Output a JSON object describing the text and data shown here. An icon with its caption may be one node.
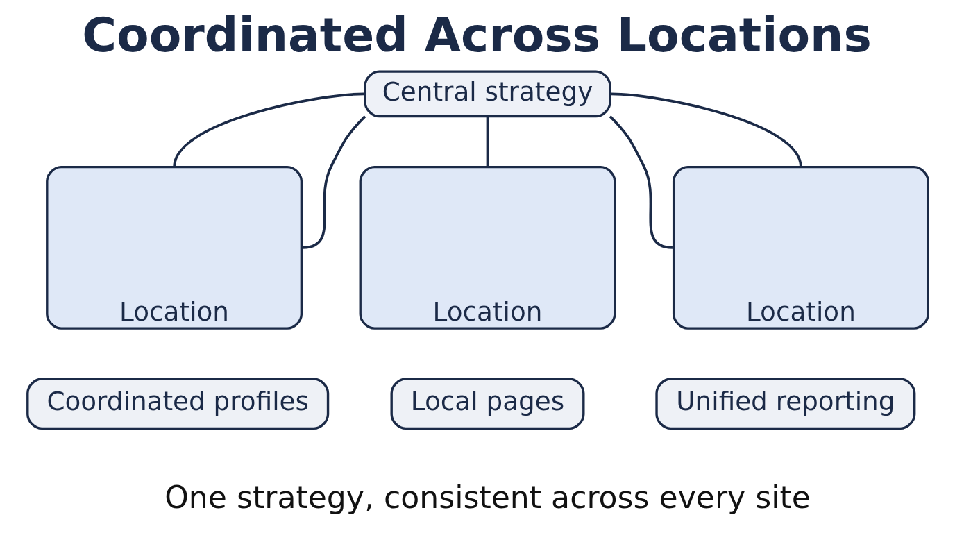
{
  "diagram": {
    "title": "Coordinated Across Locations",
    "caption": "One strategy, consistent across every site",
    "nodes": [
      {
        "text": [
          "Central strategy"
        ]
      },
      {
        "text": [
          "Location"
        ]
      },
      {
        "text": [
          "Location"
        ]
      },
      {
        "text": [
          "Location"
        ]
      },
      {
        "text": [
          "Coordinated profiles"
        ]
      },
      {
        "text": [
          "Local pages"
        ]
      },
      {
        "text": [
          "Unified reporting"
        ]
      }
    ],
    "edges": [
      {
        "from": 0,
        "to": 1,
        "arrow": "none"
      },
      {
        "from": 0,
        "to": 1,
        "arrow": "none"
      },
      {
        "from": 0,
        "to": 2,
        "arrow": "none"
      },
      {
        "from": 0,
        "to": 3,
        "arrow": "none"
      },
      {
        "from": 0,
        "to": 3,
        "arrow": "none"
      }
    ]
  }
}
